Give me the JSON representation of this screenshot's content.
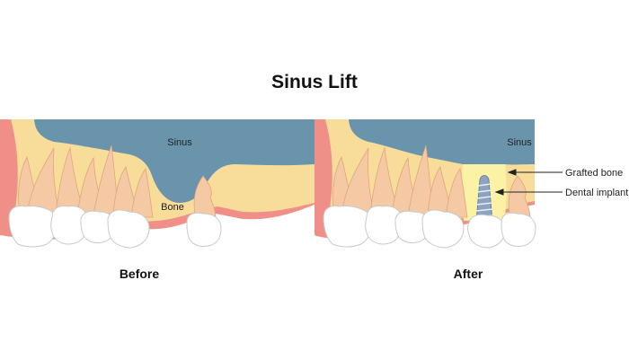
{
  "title": "Sinus Lift",
  "before": {
    "caption": "Before",
    "sinus_label": "Sinus",
    "bone_label": "Bone"
  },
  "after": {
    "caption": "After",
    "sinus_label": "Sinus",
    "grafted_bone_label": "Grafted bone",
    "dental_implant_label": "Dental implant"
  },
  "colors": {
    "sinus": "#6a94ac",
    "bone": "#f8dc99",
    "gum": "#ef8f88",
    "grafted_bone": "#fbf2a6",
    "implant": "#8ca3c2",
    "tooth_crown": "#ffffff",
    "tooth_root": "#f4c9a4"
  }
}
